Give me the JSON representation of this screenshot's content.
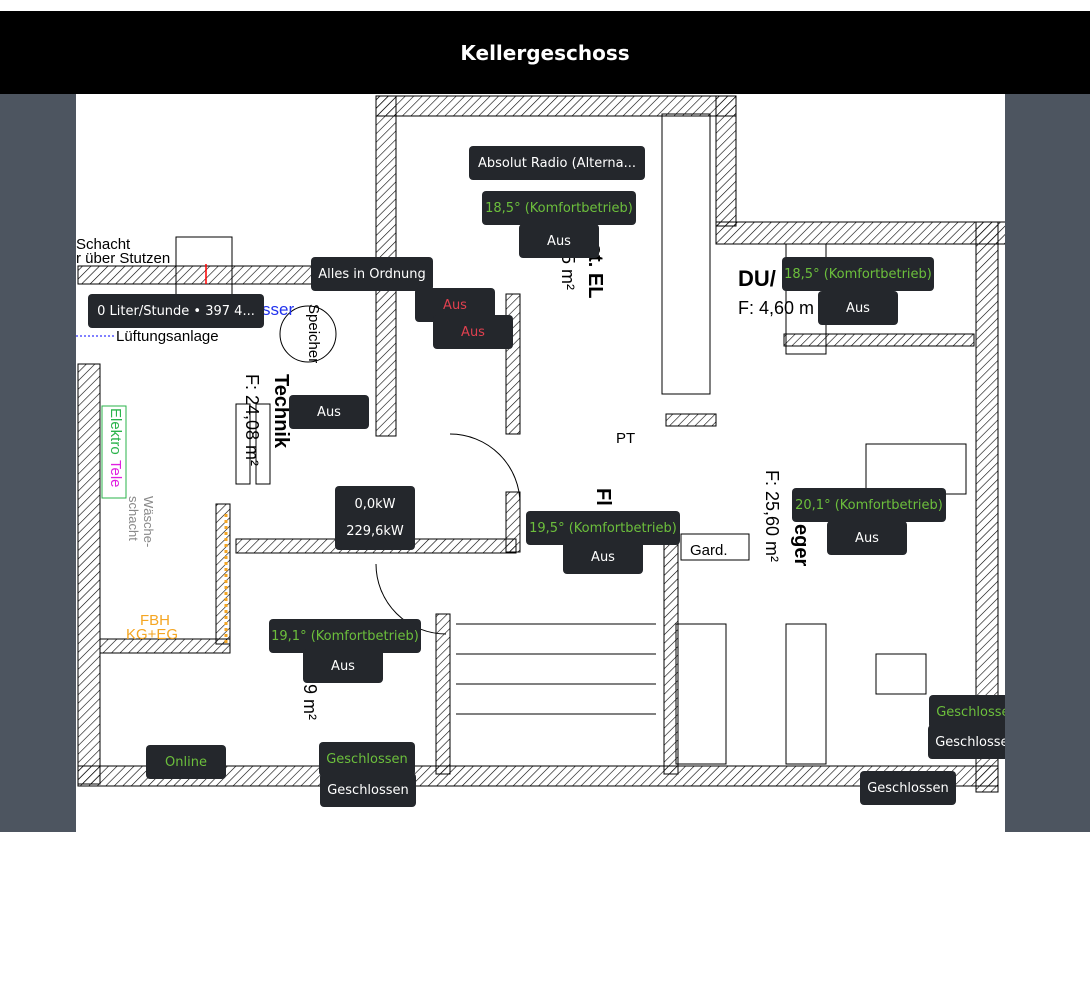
{
  "header": {
    "title": "Kellergeschoss"
  },
  "colors": {
    "badge_bg": "#24272c",
    "ok_green": "#6cbf3c",
    "off_red": "#e0404f",
    "side": "#4d5560"
  },
  "badges": {
    "water": "0 Liter/Stunde • 397 4...",
    "status": "Alles in Ordnung",
    "aus_red_1": "Aus",
    "aus_red_2": "Aus",
    "technik_aus": "Aus",
    "power_now": "0,0kW",
    "power_total": "229,6kW",
    "radio": "Absolut Radio (Alterna...",
    "gast_temp": "18,5° (Komfortbetrieb)",
    "gast_aus": "Aus",
    "du_temp": "18,5° (Komfortbetrieb)",
    "du_aus": "Aus",
    "flur_temp": "19,5° (Komfortbetrieb)",
    "flur_aus": "Aus",
    "hobby_temp": "20,1° (Komfortbetrieb)",
    "hobby_aus": "Aus",
    "keller_temp": "19,1° (Komfortbetrieb)",
    "keller_aus": "Aus",
    "online": "Online",
    "window1_green": "Geschlossen",
    "window1": "Geschlossen",
    "window2_green": "Geschlossen",
    "window2": "Geschlossen",
    "window3": "Geschlossen"
  },
  "plan": {
    "schacht": "Schacht",
    "stutzen": "r über Stutzen",
    "sser": "sser",
    "lueftung": "Lüftungsanlage",
    "speicher": "Speicher",
    "technik": "Technik",
    "technik_area": "F: 24,08 m²",
    "elektro": "Elektro",
    "tele": "Tele",
    "waesche": "Wäsche-schacht",
    "fbh1": "FBH",
    "fbh2": "KG+EG",
    "gast": "st. EL",
    "gast_area": "85 m²",
    "du": "DU/",
    "du_area": "F: 4,60 m",
    "pt": "PT",
    "flur": "Fl",
    "gard": "Gard.",
    "hobby": "eger",
    "hobby_area": "F: 25,60 m²",
    "keller_area": "9 m²"
  }
}
